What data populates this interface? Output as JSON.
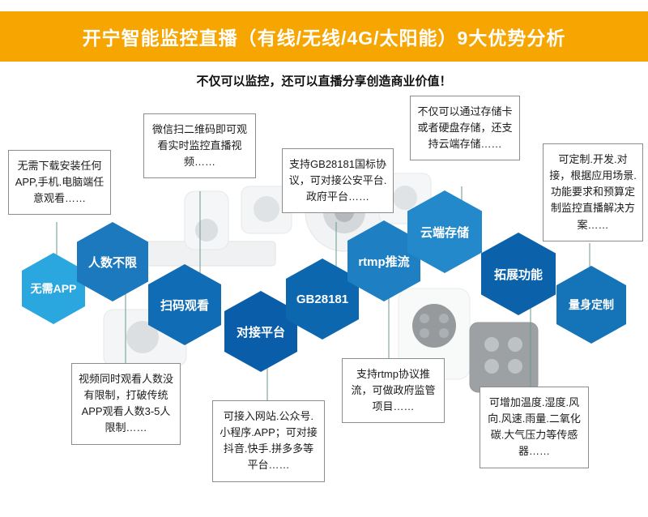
{
  "banner": {
    "title": "开宁智能监控直播（有线/无线/4G/太阳能）9大优势分析",
    "bg_color": "#f7a501"
  },
  "tagline": "不仅可以监控，还可以直播分享创造商业价值！",
  "hexagons": [
    {
      "label": "无需APP",
      "color": "#2ba7df"
    },
    {
      "label": "人数不限",
      "color": "#1c79bd"
    },
    {
      "label": "扫码观看",
      "color": "#0f6cb5"
    },
    {
      "label": "对接平台",
      "color": "#0a5da8"
    },
    {
      "label": "GB28181",
      "color": "#0d67af"
    },
    {
      "label": "rtmp推流",
      "color": "#1e80c3"
    },
    {
      "label": "云端存储",
      "color": "#2489cb"
    },
    {
      "label": "拓展功能",
      "color": "#0b62ab"
    },
    {
      "label": "量身定制",
      "color": "#1573b7"
    }
  ],
  "notes": {
    "no_app": "无需下载安装任何APP,手机.电脑端任意观看……",
    "wechat_scan": "微信扫二维码即可观看实时监控直播视频……",
    "gb28181": "支持GB28181国标协议，可对接公安平台.政府平台……",
    "cloud_storage": "不仅可以通过存储卡或者硬盘存储，还支持云端存储……",
    "customization": "可定制.开发.对接，根据应用场景.功能要求和预算定制监控直播解决方案……",
    "viewers": "视频同时观看人数没有限制，打破传统APP观看人数3-5人限制……",
    "platforms": "可接入网站.公众号.小程序.APP；可对接抖音.快手.拼多多等平台……",
    "rtmp": "支持rtmp协议推流，可做政府监管项目……",
    "sensors": "可增加温度.湿度.风向.风速.雨量.二氧化碳.大气压力等传感器……"
  }
}
